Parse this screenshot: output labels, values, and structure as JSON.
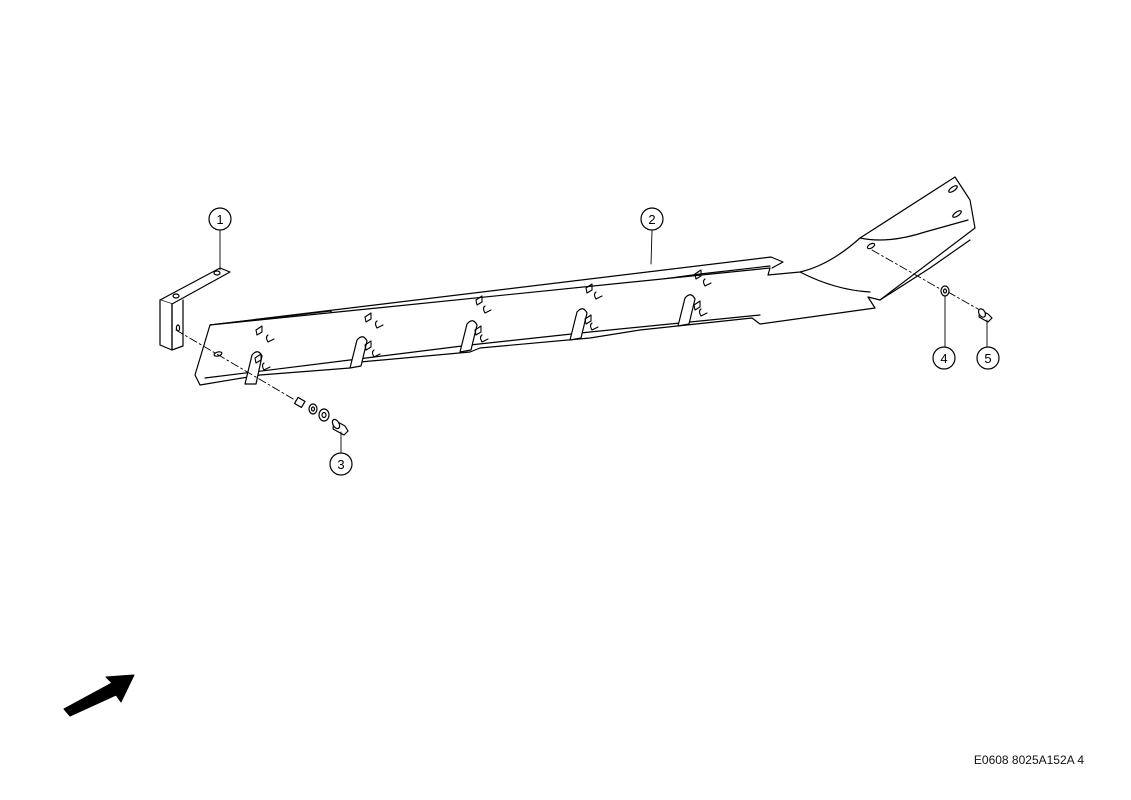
{
  "callouts": [
    "1",
    "2",
    "3",
    "4",
    "5"
  ],
  "drawing_code": "E0608 8025A152A 4",
  "icons": {
    "direction_arrow": "arrow-icon"
  }
}
